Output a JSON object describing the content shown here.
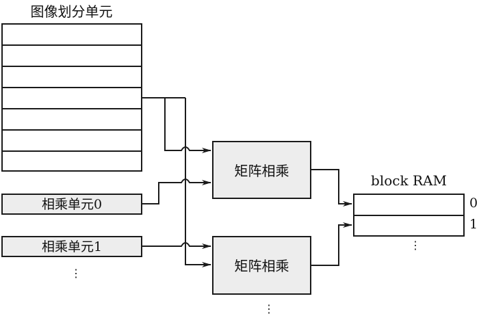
{
  "diagram": {
    "partition_unit": {
      "title": "图像划分单元",
      "row_count": 7
    },
    "multiply_units": [
      {
        "label": "相乘单元0"
      },
      {
        "label": "相乘单元1"
      }
    ],
    "multiply_units_ellipsis": "⋮",
    "matrix_blocks": [
      {
        "label": "矩阵相乘"
      },
      {
        "label": "矩阵相乘"
      }
    ],
    "matrix_blocks_ellipsis": "⋮",
    "block_ram": {
      "title": "block RAM",
      "rows": [
        {
          "index": "0"
        },
        {
          "index": "1"
        }
      ],
      "ellipsis": "⋮"
    },
    "connections": [
      {
        "from": "图像划分单元",
        "to": "矩阵相乘 0"
      },
      {
        "from": "图像划分单元",
        "to": "矩阵相乘 1"
      },
      {
        "from": "相乘单元0",
        "to": "矩阵相乘 0"
      },
      {
        "from": "相乘单元1",
        "to": "矩阵相乘 1"
      },
      {
        "from": "矩阵相乘 0",
        "to": "block RAM 0"
      },
      {
        "from": "矩阵相乘 1",
        "to": "block RAM 1"
      }
    ],
    "colors": {
      "stroke": "#1a1a1a",
      "block_fill": "#ededed",
      "background": "#ffffff"
    }
  }
}
